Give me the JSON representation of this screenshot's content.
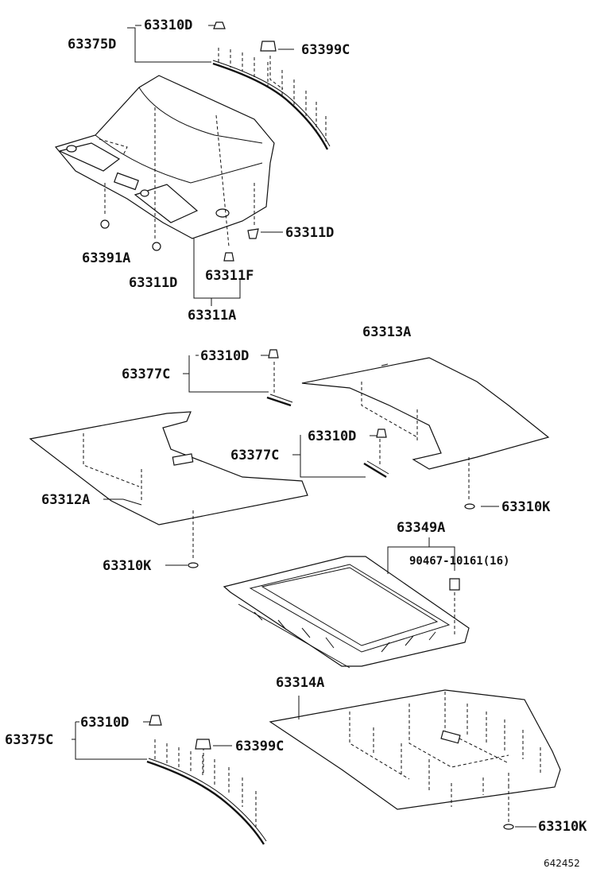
{
  "labels": {
    "p63310D_1": "63310D",
    "p63375D": "63375D",
    "p63399C_1": "63399C",
    "p63391A": "63391A",
    "p63311D_1": "63311D",
    "p63311D_2": "63311D",
    "p63311F": "63311F",
    "p63311A": "63311A",
    "p63313A": "63313A",
    "p63310D_2": "63310D",
    "p63377C_1": "63377C",
    "p63310D_3": "63310D",
    "p63377C_2": "63377C",
    "p63310K_1": "63310K",
    "p63312A": "63312A",
    "p63310K_2": "63310K",
    "p63349A": "63349A",
    "p90467": "90467-10161(16)",
    "p63314A": "63314A",
    "p63310D_4": "63310D",
    "p63375C": "63375C",
    "p63399C_2": "63399C",
    "p63310K_3": "63310K"
  },
  "diagram_ref": "642452"
}
